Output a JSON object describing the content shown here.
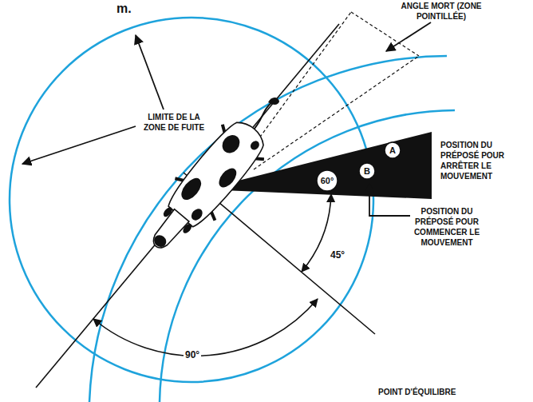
{
  "diagram": {
    "nodes": [
      {
        "text": [
          "A"
        ]
      },
      {
        "text": [
          "B"
        ]
      },
      {
        "text": [
          "60°"
        ]
      }
    ],
    "labels": [
      "m.",
      "ANGLE MORT (ZONE POINTILLÉE)",
      "LIMITE DE LA ZONE DE FUITE",
      "POSITION DU PRÉPOSÉ POUR ARRÊTER LE MOUVEMENT",
      "POSITION DU PRÉPOSÉ POUR COMMENCER LE MOUVEMENT",
      "45°",
      "90°",
      "POINT D'ÉQUILIBRE"
    ]
  }
}
